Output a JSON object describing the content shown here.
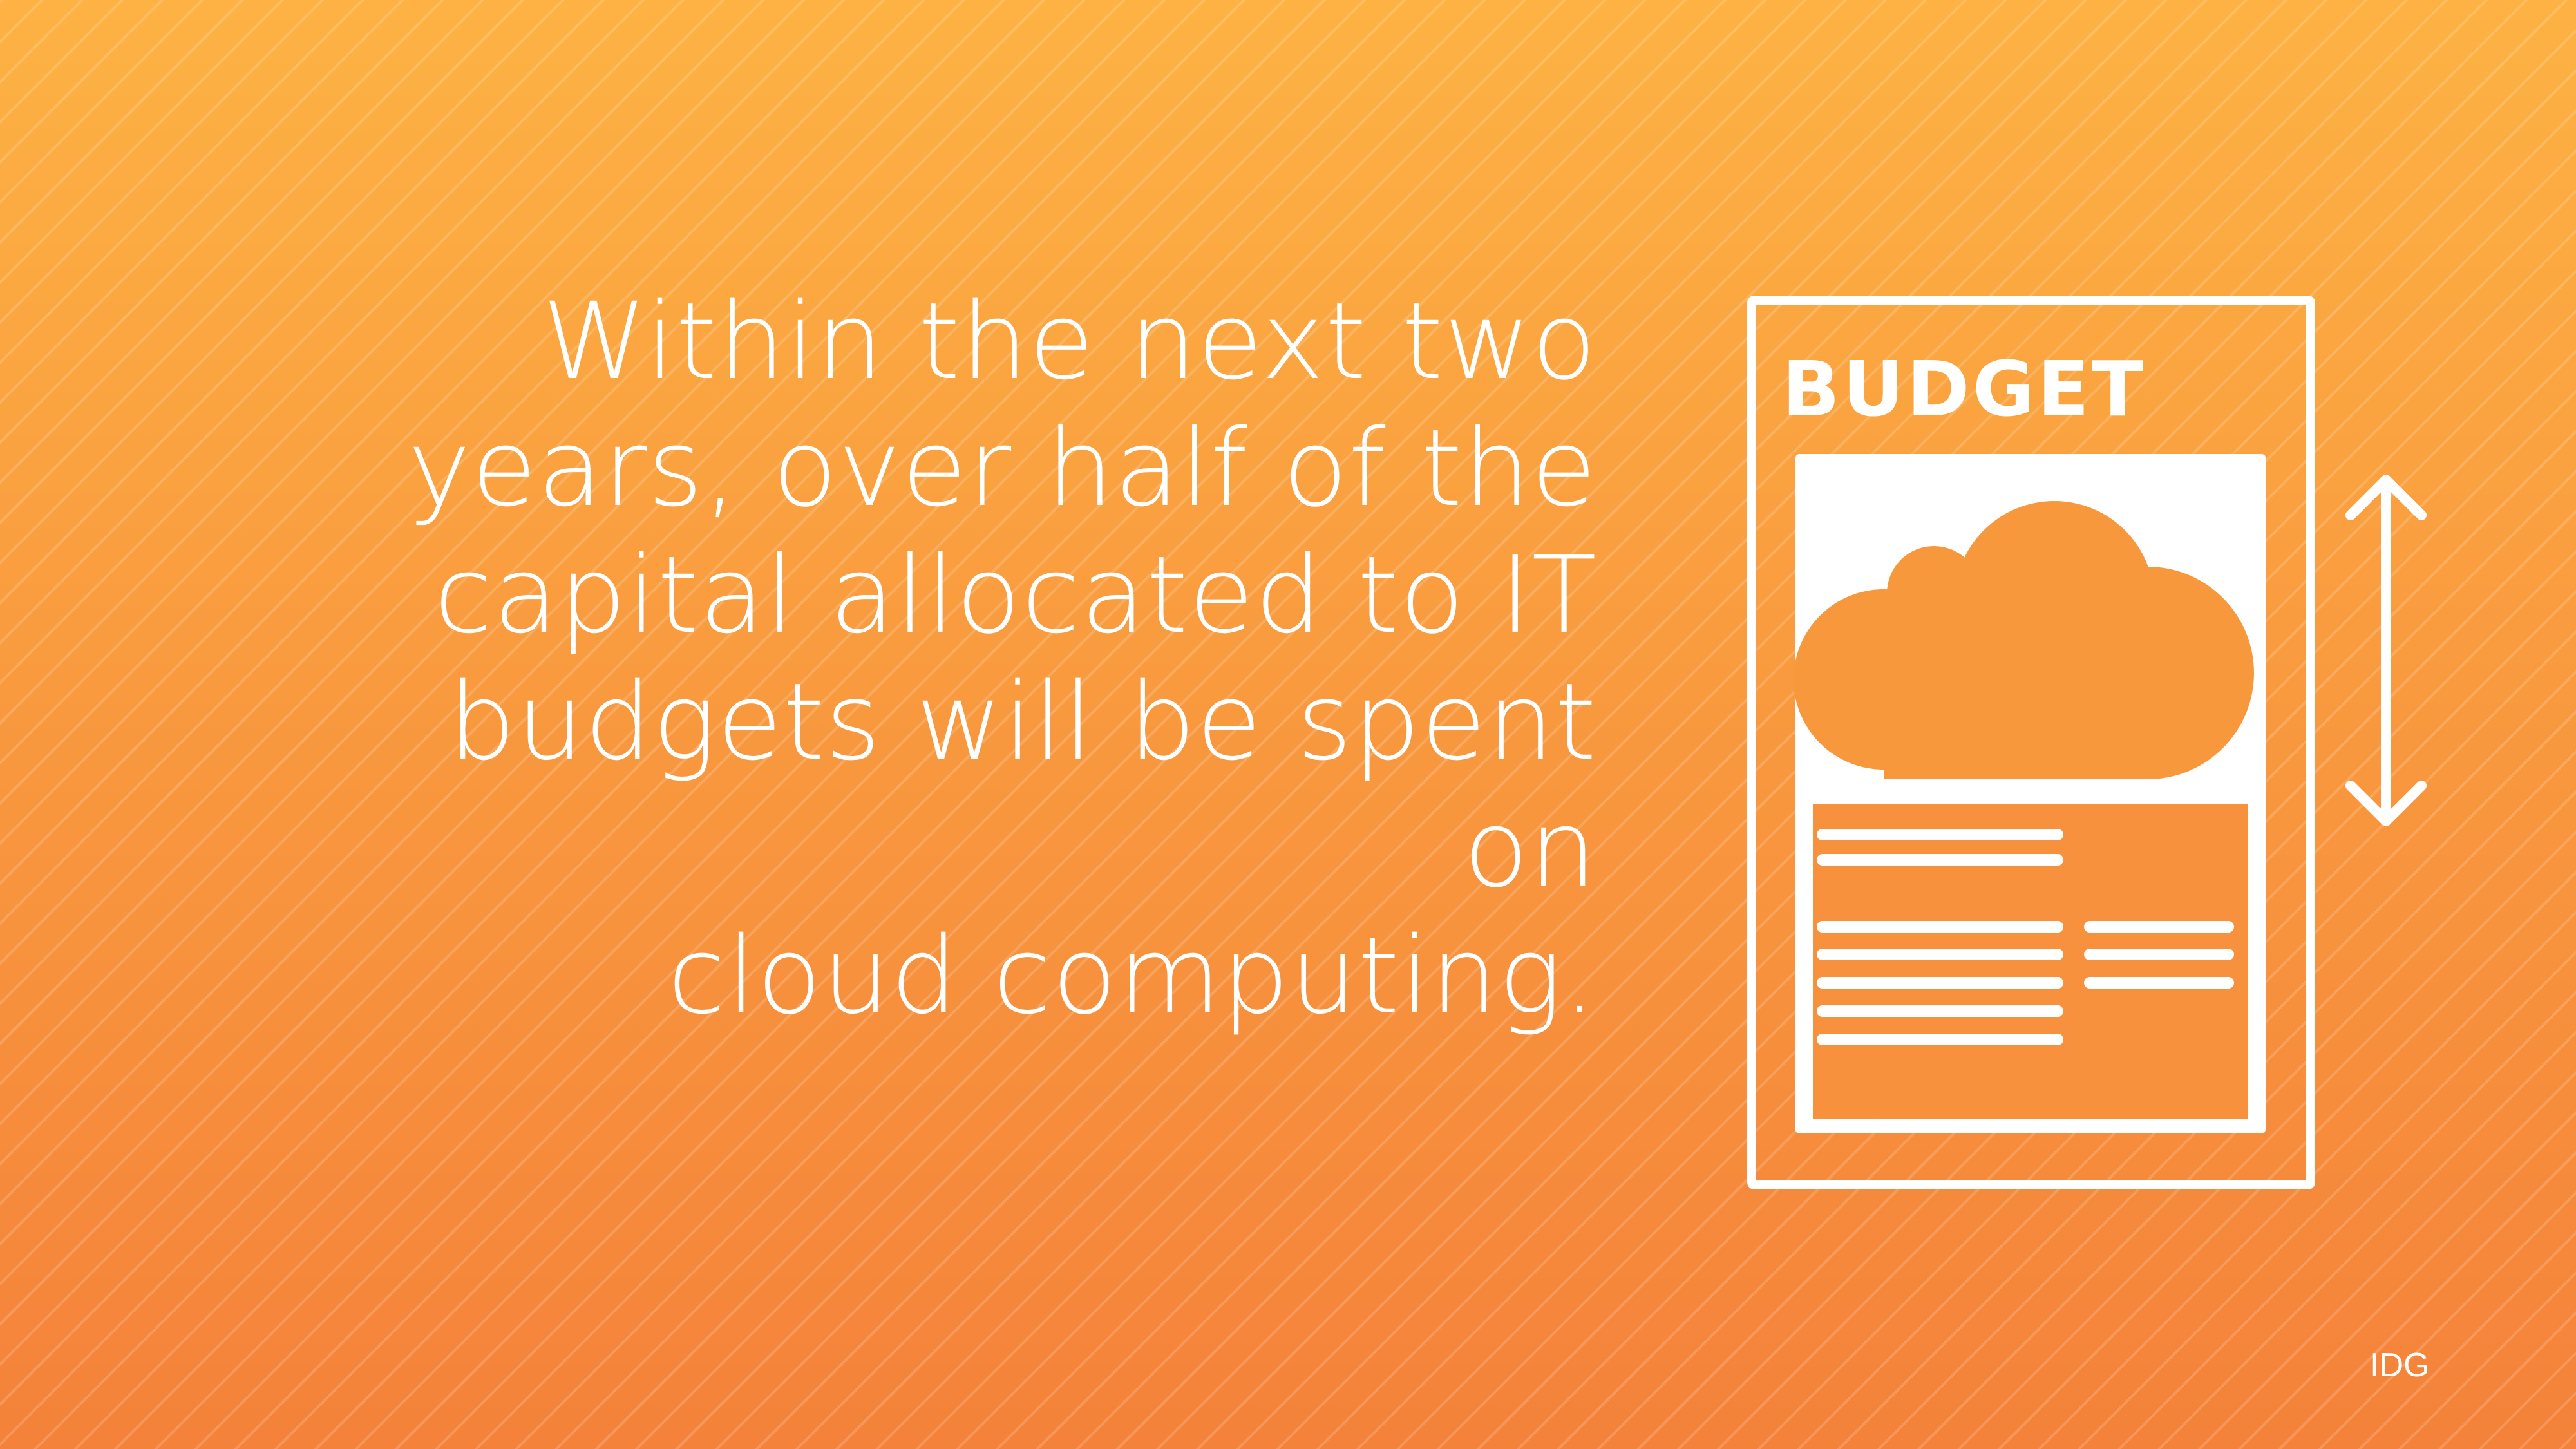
{
  "slide": {
    "quote": "Within the next two\nyears, over half of the\ncapital allocated to IT\nbudgets will be spent on\ncloud computing.",
    "budget_label": "BUDGET",
    "credit": "IDG"
  },
  "colors": {
    "background_top": "#fdb243",
    "background_bottom": "#f4823a",
    "foreground": "#ffffff"
  },
  "icons": [
    "budget-document-icon",
    "cloud-icon",
    "text-lines-icon",
    "double-arrow-icon"
  ]
}
